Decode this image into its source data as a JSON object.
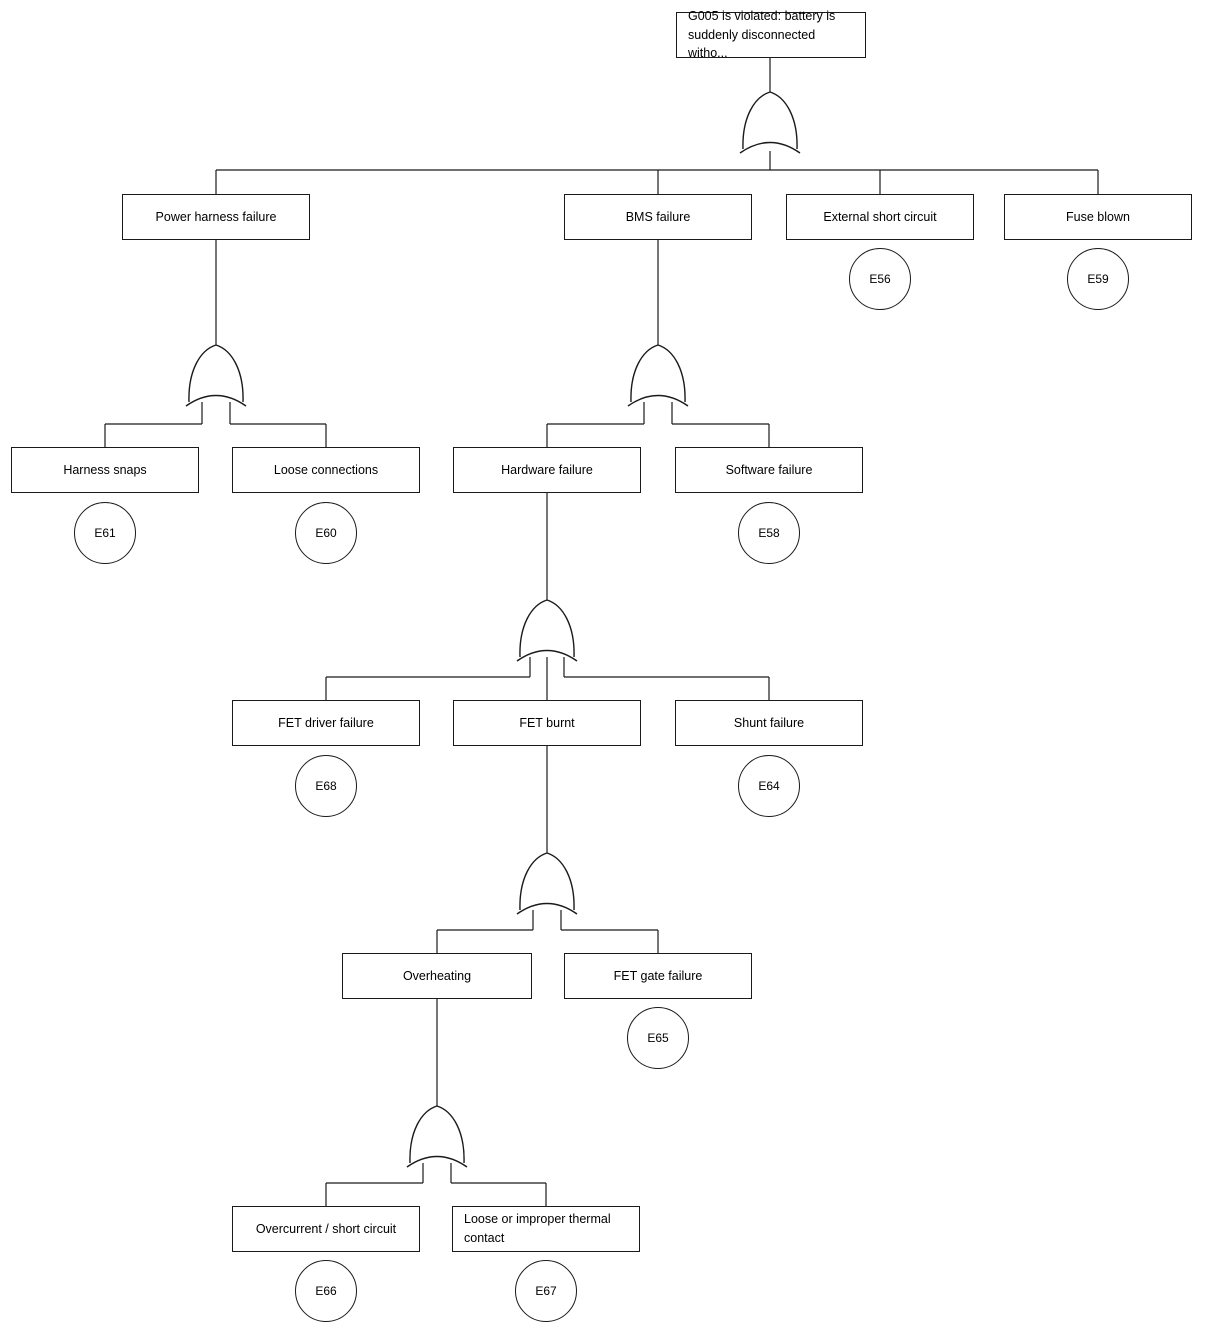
{
  "diagram_type": "fault-tree",
  "colors": {
    "background": "#ffffff",
    "line": "#1a1a1a",
    "text": "#000000",
    "node_fill": "#ffffff"
  },
  "nodes": {
    "top_event": {
      "label": "G005 is violated: battery is suddenly disconnected witho..."
    },
    "power_harness_failure": {
      "label": "Power harness failure"
    },
    "bms_failure": {
      "label": "BMS failure"
    },
    "external_short_circuit": {
      "label": "External short circuit",
      "event_id": "E56"
    },
    "fuse_blown": {
      "label": "Fuse blown",
      "event_id": "E59"
    },
    "harness_snaps": {
      "label": "Harness snaps",
      "event_id": "E61"
    },
    "loose_connections": {
      "label": "Loose connections",
      "event_id": "E60"
    },
    "hardware_failure": {
      "label": "Hardware failure"
    },
    "software_failure": {
      "label": "Software failure",
      "event_id": "E58"
    },
    "fet_driver_failure": {
      "label": "FET driver failure",
      "event_id": "E68"
    },
    "fet_burnt": {
      "label": "FET burnt"
    },
    "shunt_failure": {
      "label": "Shunt failure",
      "event_id": "E64"
    },
    "overheating": {
      "label": "Overheating"
    },
    "fet_gate_failure": {
      "label": "FET gate failure",
      "event_id": "E65"
    },
    "overcurrent_short_circuit": {
      "label": "Overcurrent / short circuit",
      "event_id": "E66"
    },
    "loose_thermal_contact": {
      "label": "Loose or improper thermal contact",
      "event_id": "E67"
    }
  },
  "gates": [
    {
      "under": "top_event",
      "type": "OR"
    },
    {
      "under": "power_harness_failure",
      "type": "OR"
    },
    {
      "under": "bms_failure",
      "type": "OR"
    },
    {
      "under": "hardware_failure",
      "type": "OR"
    },
    {
      "under": "fet_burnt",
      "type": "OR"
    },
    {
      "under": "overheating",
      "type": "OR"
    }
  ],
  "structure": {
    "top_event": [
      "power_harness_failure",
      "bms_failure",
      "external_short_circuit",
      "fuse_blown"
    ],
    "power_harness_failure": [
      "harness_snaps",
      "loose_connections"
    ],
    "bms_failure": [
      "hardware_failure",
      "software_failure"
    ],
    "hardware_failure": [
      "fet_driver_failure",
      "fet_burnt",
      "shunt_failure"
    ],
    "fet_burnt": [
      "overheating",
      "fet_gate_failure"
    ],
    "overheating": [
      "overcurrent_short_circuit",
      "loose_thermal_contact"
    ]
  }
}
